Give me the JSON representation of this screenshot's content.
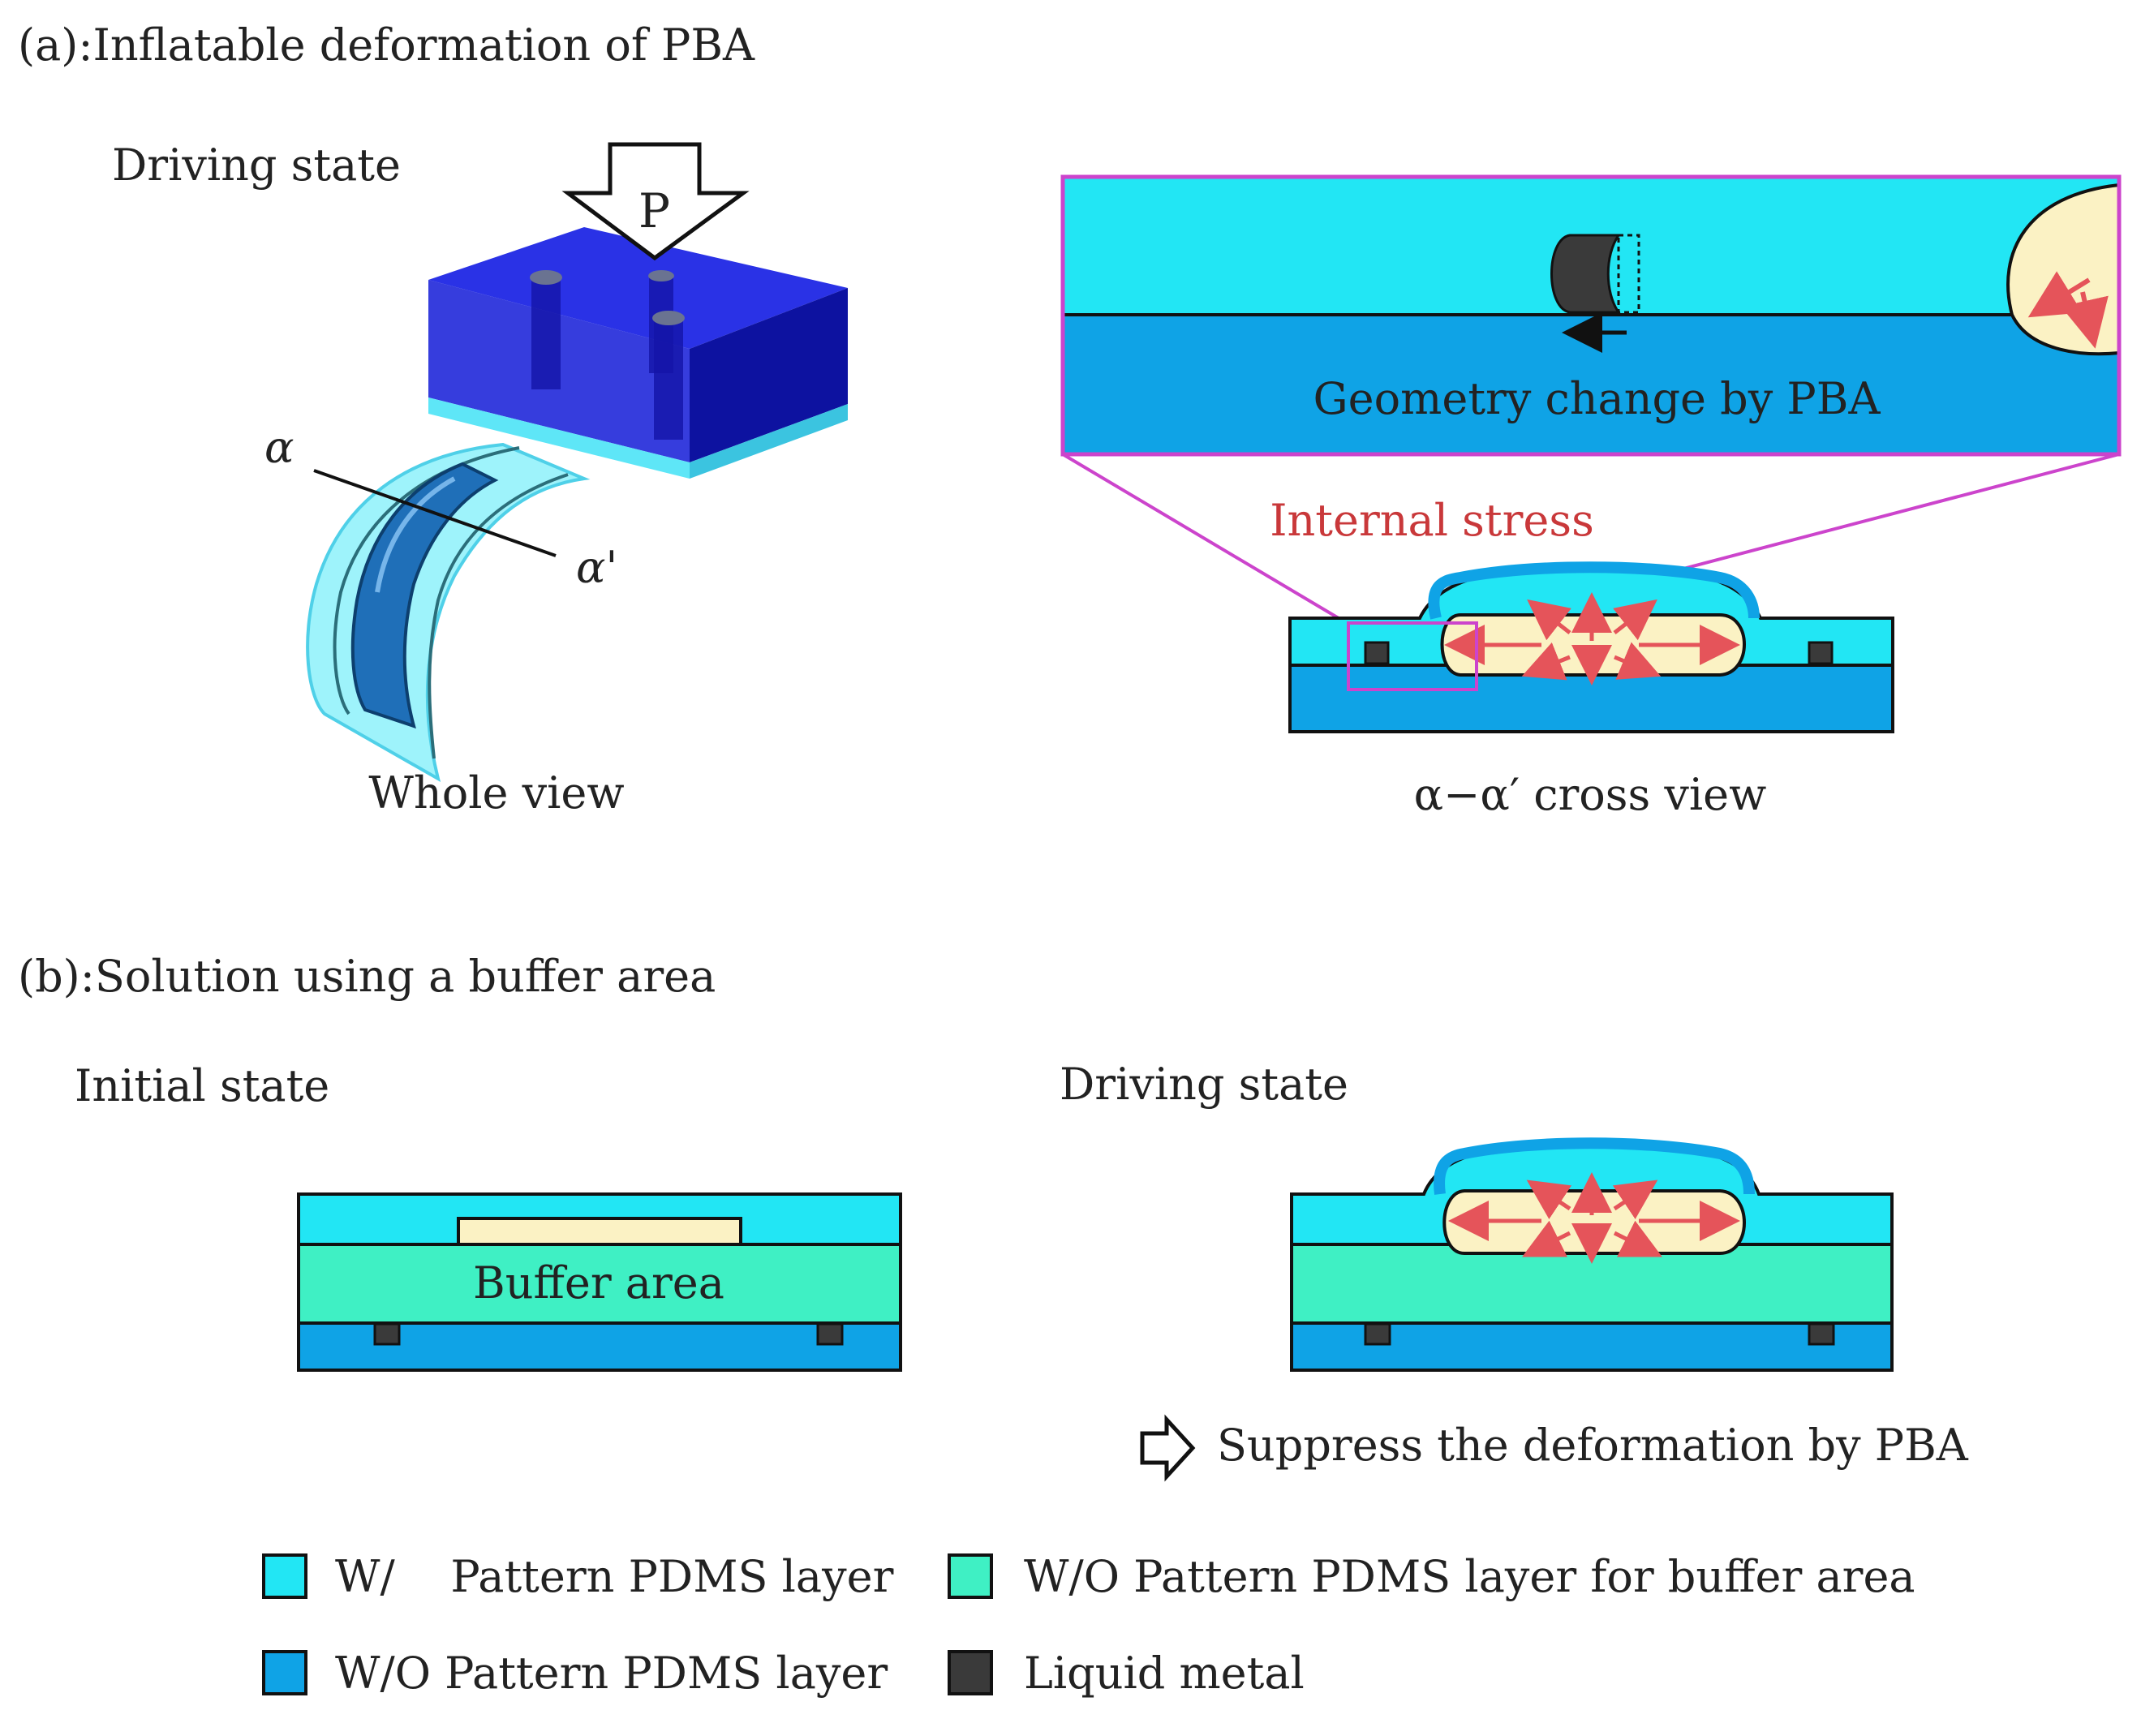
{
  "panel_a": {
    "heading": "(a):Inflatable deformation of PBA",
    "driving_state_label": "Driving state",
    "pressure_label": "P",
    "alpha_label": "α",
    "alpha_prime_label": "α'",
    "whole_view_caption": "Whole view",
    "zoom_label": "Geometry change by PBA",
    "internal_stress_label": "Internal stress",
    "cross_view_caption": "α−α′ cross view"
  },
  "panel_b": {
    "heading": "(b):Solution using a buffer area",
    "initial_state_label": "Initial state",
    "driving_state_label": "Driving state",
    "buffer_area_label": "Buffer area",
    "suppress_label": "Suppress the deformation by PBA"
  },
  "legend": [
    {
      "label": "W/    Pattern PDMS layer",
      "color": "#22e6f4"
    },
    {
      "label": "W/O Pattern PDMS layer for buffer area",
      "color": "#3ff0c4"
    },
    {
      "label": "W/O Pattern PDMS layer",
      "color": "#0fa3e6"
    },
    {
      "label": "Liquid metal",
      "color": "#3a3a3a"
    }
  ],
  "colors": {
    "pattern_layer": "#22e6f4",
    "plain_layer": "#0fa3e6",
    "buffer_layer": "#3ff0c4",
    "liquid_metal": "#3a3a3a",
    "cavity": "#fbf2c4",
    "stress_arrow": "#e5545a",
    "zoom_frame": "#cc44cc",
    "block": "#1a22d8"
  }
}
